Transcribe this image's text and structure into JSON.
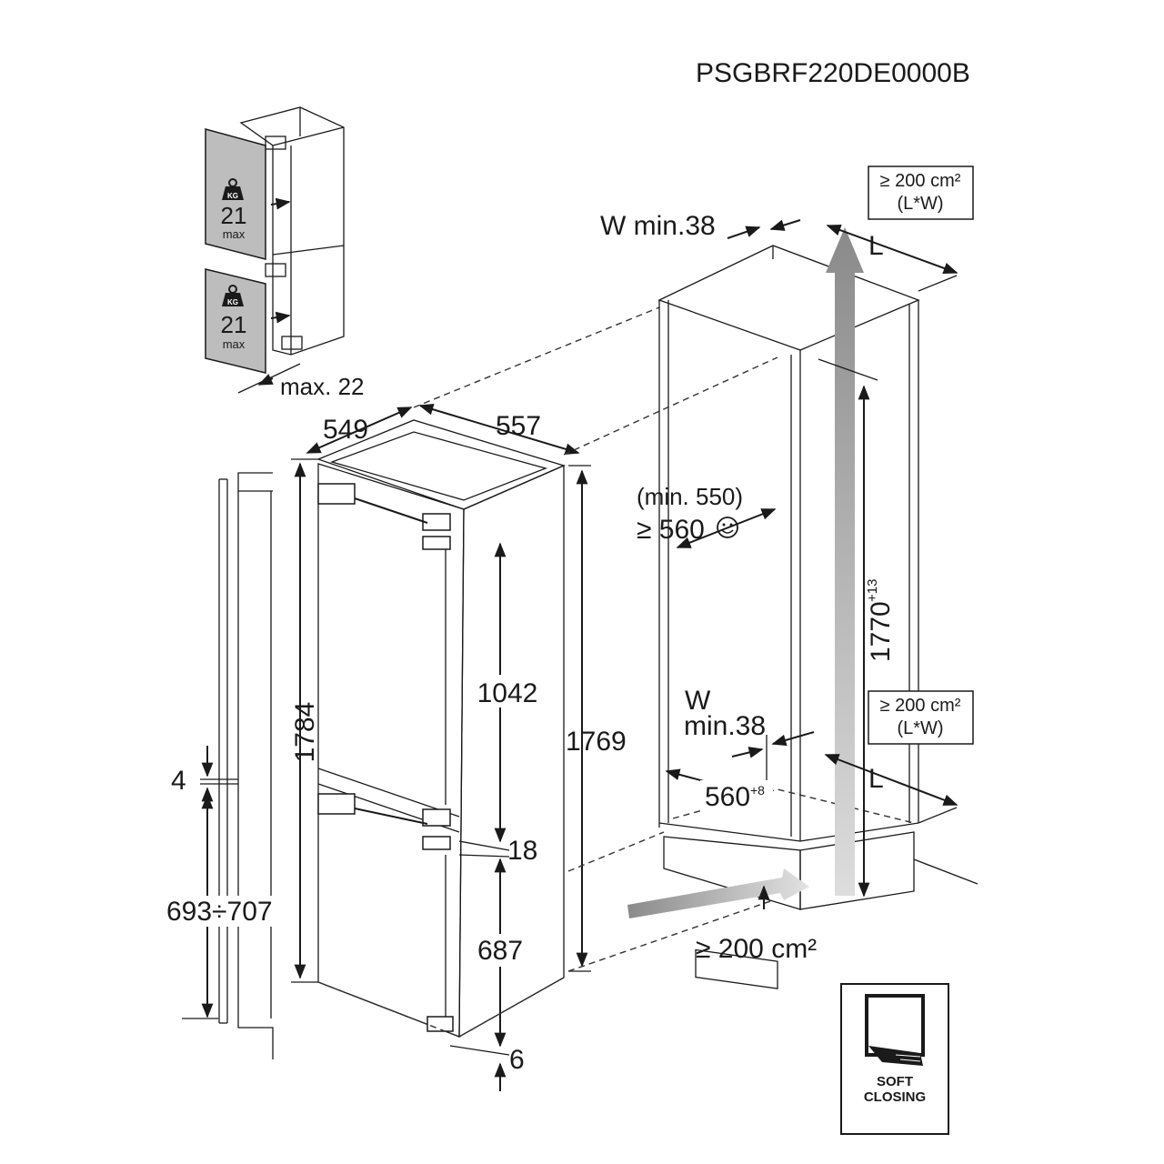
{
  "model_code": "PSGBRF220DE0000B",
  "door_panel": {
    "weight_value": "21",
    "weight_unit": "max",
    "kg_badge": "KG",
    "max_depth_label": "max. 22"
  },
  "appliance": {
    "width_label": "549",
    "depth_label": "557",
    "height_total_label": "1784",
    "height_body_label": "1769",
    "upper_door_label": "1042",
    "gap_label": "18",
    "lower_door_label": "687",
    "bottom_label": "6"
  },
  "decor_panel": {
    "gap_label": "4",
    "range_label": "693÷707"
  },
  "niche": {
    "width_top_label": "W min.38",
    "min_depth_label": "(min. 550)",
    "recommended_depth_label": "≥ 560",
    "height_label": "1770",
    "height_tolerance": "+13",
    "bottom_w_label_1": "W",
    "bottom_w_label_2": "min.38",
    "bottom_width_label": "560",
    "bottom_width_tolerance": "+8",
    "vent_top_line1": "≥ 200 cm²",
    "vent_top_line2": "(L*W)",
    "vent_mid_line1": "≥ 200 cm²",
    "vent_mid_line2": "(L*W)",
    "vent_bottom_label": "≥ 200 cm²",
    "l_label_top": "L",
    "l_label_bottom": "L"
  },
  "soft_closing": {
    "line1": "SOFT",
    "line2": "CLOSING"
  }
}
